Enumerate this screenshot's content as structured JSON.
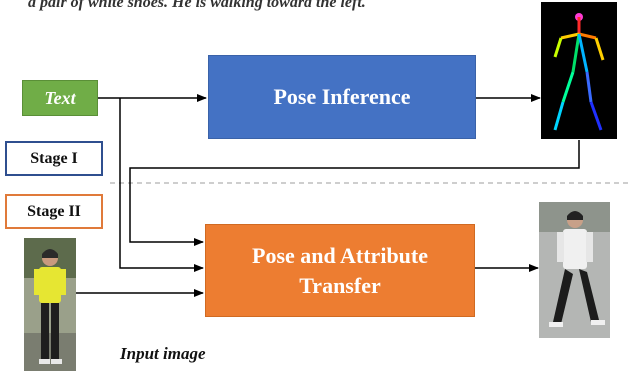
{
  "caption": "a pair of white shoes. He is walking toward the left.",
  "nodes": {
    "text_input": "Text",
    "pose_inference": "Pose Inference",
    "pose_attribute_transfer": "Pose and Attribute Transfer"
  },
  "stages": {
    "stage1": "Stage I",
    "stage2": "Stage II"
  },
  "labels": {
    "input_image": "Input image"
  },
  "colors": {
    "text_box": "#70ad47",
    "pose_box": "#4472c4",
    "transfer_box": "#ed7d31",
    "stage1_border": "#2f4f8f",
    "stage2_border": "#e07a3a"
  },
  "icons": {
    "skeleton": "pose-skeleton-icon",
    "input_person": "input-person-photo",
    "output_person": "output-person-photo"
  }
}
